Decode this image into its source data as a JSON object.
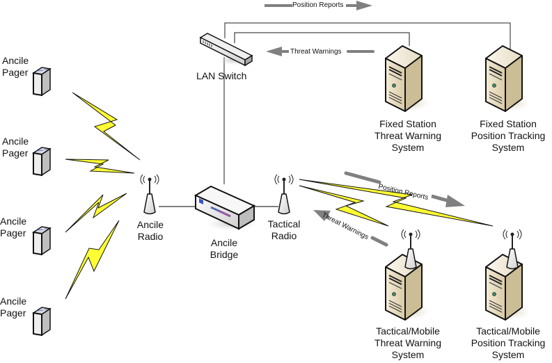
{
  "diagram": {
    "title": "Ancile Threat Warning Network",
    "nodes": {
      "pager1": {
        "label_line1": "Ancile",
        "label_line2": "Pager",
        "icon": "pager-icon"
      },
      "pager2": {
        "label_line1": "Ancile",
        "label_line2": "Pager",
        "icon": "pager-icon"
      },
      "pager3": {
        "label_line1": "Ancile",
        "label_line2": "Pager",
        "icon": "pager-icon"
      },
      "pager4": {
        "label_line1": "Ancile",
        "label_line2": "Pager",
        "icon": "pager-icon"
      },
      "ancile_radio": {
        "label_line1": "Ancile",
        "label_line2": "Radio",
        "icon": "radio-tower-icon"
      },
      "ancile_bridge": {
        "label_line1": "Ancile",
        "label_line2": "Bridge",
        "icon": "bridge-icon"
      },
      "tactical_radio": {
        "label_line1": "Tactical",
        "label_line2": "Radio",
        "icon": "radio-tower-icon"
      },
      "lan_switch": {
        "label": "LAN Switch",
        "icon": "switch-icon"
      },
      "fixed_threat": {
        "label_line1": "Fixed Station",
        "label_line2": "Threat Warning",
        "label_line3": "System",
        "icon": "server-icon"
      },
      "fixed_position": {
        "label_line1": "Fixed Station",
        "label_line2": "Position Tracking",
        "label_line3": "System",
        "icon": "server-icon"
      },
      "mobile_threat": {
        "label_line1": "Tactical/Mobile",
        "label_line2": "Threat Warning",
        "label_line3": "System",
        "icon": "wireless-server-icon"
      },
      "mobile_position": {
        "label_line1": "Tactical/Mobile",
        "label_line2": "Position Tracking",
        "label_line3": "System",
        "icon": "wireless-server-icon"
      }
    },
    "flows": {
      "top_position_reports": "Position Reports",
      "top_threat_warnings": "Threat Warnings",
      "wireless_position_reports": "Position Reports",
      "wireless_threat_warnings": "Threat Warnings"
    },
    "colors": {
      "lightning": "#ffff33",
      "arrow": "#808080",
      "server_body": "#e8dcc0",
      "wire": "#555555"
    }
  }
}
